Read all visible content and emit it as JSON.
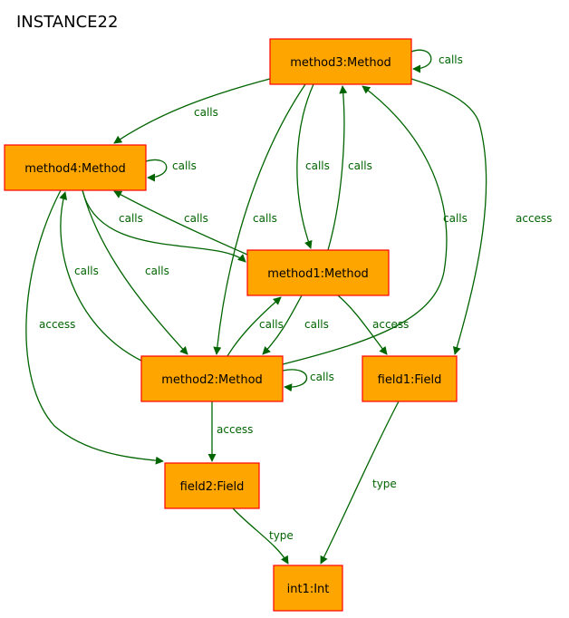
{
  "title": "INSTANCE22",
  "colors": {
    "node_fill": "#ffa500",
    "node_border": "#ff0000",
    "edge": "#006400",
    "label": "#006400"
  },
  "nodes": [
    {
      "id": "method3",
      "label": "method3:Method"
    },
    {
      "id": "method4",
      "label": "method4:Method"
    },
    {
      "id": "method1",
      "label": "method1:Method"
    },
    {
      "id": "method2",
      "label": "method2:Method"
    },
    {
      "id": "field1",
      "label": "field1:Field"
    },
    {
      "id": "field2",
      "label": "field2:Field"
    },
    {
      "id": "int1",
      "label": "int1:Int"
    }
  ],
  "edges": [
    {
      "id": "e-m3-m3",
      "from": "method3",
      "to": "method3",
      "label": "calls"
    },
    {
      "id": "e-m3-m4",
      "from": "method3",
      "to": "method4",
      "label": "calls"
    },
    {
      "id": "e-m4-m4",
      "from": "method4",
      "to": "method4",
      "label": "calls"
    },
    {
      "id": "e-m3-m1",
      "from": "method3",
      "to": "method1",
      "label": "calls"
    },
    {
      "id": "e-m1-m3",
      "from": "method1",
      "to": "method3",
      "label": "calls"
    },
    {
      "id": "e-m3-m2",
      "from": "method3",
      "to": "method2",
      "label": "calls"
    },
    {
      "id": "e-m2-m3",
      "from": "method2",
      "to": "method3",
      "label": "calls"
    },
    {
      "id": "e-m3-f1",
      "from": "method3",
      "to": "field1",
      "label": "access"
    },
    {
      "id": "e-m4-m1",
      "from": "method4",
      "to": "method1",
      "label": "calls"
    },
    {
      "id": "e-m1-m4",
      "from": "method1",
      "to": "method4",
      "label": "calls"
    },
    {
      "id": "e-m4-m2",
      "from": "method4",
      "to": "method2",
      "label": "calls"
    },
    {
      "id": "e-m2-m4",
      "from": "method2",
      "to": "method4",
      "label": "calls"
    },
    {
      "id": "e-m4-f2",
      "from": "method4",
      "to": "field2",
      "label": "access"
    },
    {
      "id": "e-m1-m2",
      "from": "method1",
      "to": "method2",
      "label": "calls"
    },
    {
      "id": "e-m2-m1",
      "from": "method2",
      "to": "method1",
      "label": "calls"
    },
    {
      "id": "e-m1-f1",
      "from": "method1",
      "to": "field1",
      "label": "access"
    },
    {
      "id": "e-m2-m2",
      "from": "method2",
      "to": "method2",
      "label": "calls"
    },
    {
      "id": "e-m2-f2",
      "from": "method2",
      "to": "field2",
      "label": "access"
    },
    {
      "id": "e-f2-int1",
      "from": "field2",
      "to": "int1",
      "label": "type"
    },
    {
      "id": "e-f1-int1",
      "from": "field1",
      "to": "int1",
      "label": "type"
    }
  ]
}
